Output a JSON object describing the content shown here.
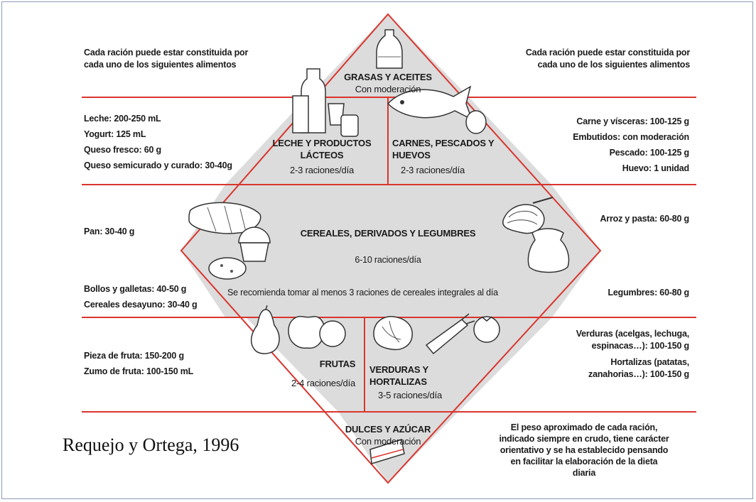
{
  "colors": {
    "line": "#d9352e",
    "fill": "#dcdcdc",
    "text": "#1a1a1a"
  },
  "header": {
    "left": [
      "Cada ración puede estar constituida por",
      "cada uno de los siguientes alimentos"
    ],
    "right": [
      "Cada ración puede estar constituida por",
      "cada uno de los siguientes alimentos"
    ]
  },
  "tiers": {
    "grasas": {
      "title": "GRASAS Y ACEITES",
      "sub": "Con moderación"
    },
    "leche": {
      "title1": "LECHE Y PRODUCTOS",
      "title2": "LÁCTEOS",
      "sub": "2-3 raciones/día"
    },
    "carnes": {
      "title1": "CARNES, PESCADOS Y",
      "title2": "HUEVOS",
      "sub": "2-3 raciones/día"
    },
    "cereales": {
      "title": "CEREALES, DERIVADOS Y LEGUMBRES",
      "sub": "6-10 raciones/día",
      "note": "Se recomienda tomar al menos 3 raciones de cereales integrales al día"
    },
    "frutas": {
      "title": "FRUTAS",
      "sub": "2-4 raciones/día"
    },
    "verduras": {
      "title1": "VERDURAS Y",
      "title2": "HORTALIZAS",
      "sub": "3-5 raciones/día"
    },
    "dulces": {
      "title": "DULCES Y AZÚCAR",
      "sub": "Con moderación"
    }
  },
  "left_notes": {
    "lacteos": [
      "Leche: 200-250 mL",
      "Yogurt: 125 mL",
      "Queso fresco: 60 g",
      "Queso semicurado y curado: 30-40g"
    ],
    "pan": "Pan: 30-40 g",
    "bollos": [
      "Bollos y galletas: 40-50 g",
      "Cereales desayuno: 30-40 g"
    ],
    "frutas": [
      "Pieza de fruta: 150-200 g",
      "Zumo de fruta: 100-150 mL"
    ]
  },
  "right_notes": {
    "carnes": [
      "Carne y vísceras: 100-125 g",
      "Embutidos: con moderación",
      "Pescado: 100-125 g",
      "Huevo: 1 unidad"
    ],
    "arroz": "Arroz y pasta: 60-80 g",
    "legumbres": "Legumbres: 60-80 g",
    "verduras": [
      "Verduras (acelgas, lechuga,",
      "espinacas…): 100-150 g",
      "Hortalizas (patatas,",
      "zanahorias…): 100-150 g"
    ],
    "peso": [
      "El peso aproximado de cada ración,",
      "indicado siempre en crudo, tiene carácter",
      "orientativo y se ha establecido pensando",
      "en facilitar la elaboración de la dieta",
      "diaria"
    ]
  },
  "citation": "Requejo y Ortega, 1996",
  "icons": [
    "oil-bottle-icon",
    "milk-bottle-icon",
    "yogurt-icon",
    "fish-icon",
    "egg-icon",
    "bread-icon",
    "muffin-icon",
    "pasta-icon",
    "sack-icon",
    "pear-icon",
    "apple-icon",
    "lettuce-icon",
    "carrot-icon",
    "tomato-icon",
    "cake-icon"
  ]
}
